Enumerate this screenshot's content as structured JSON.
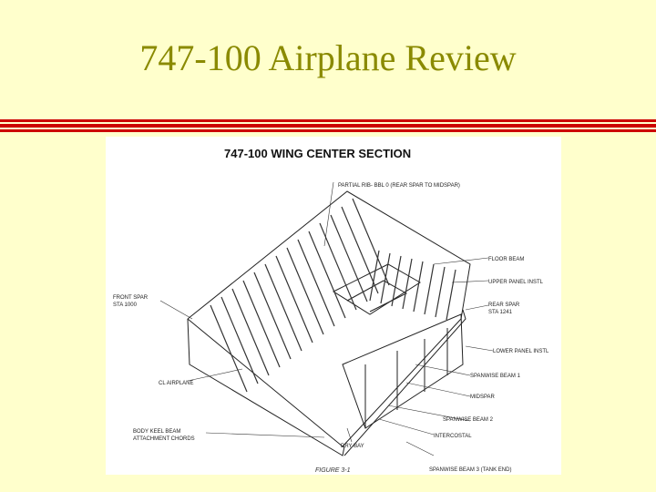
{
  "slide": {
    "title": "747-100 Airplane Review",
    "rule_color": "#cc0000",
    "background": "#ffffcc",
    "title_color": "#8a8a00"
  },
  "figure": {
    "title": "747-100 WING CENTER SECTION",
    "labels": {
      "partial_rib": "PARTIAL RIB- BBL 0  (REAR SPAR TO MIDSPAR)",
      "floor_beam": "FLOOR BEAM",
      "upper_panel": "UPPER PANEL INSTL",
      "rear_spar": "REAR SPAR",
      "rear_spar_sta": "STA 1241",
      "front_spar": "FRONT SPAR",
      "front_spar_sta": "STA 1000",
      "lower_panel": "LOWER PANEL INSTL",
      "spanwise_beam_1": "SPANWISE BEAM 1",
      "cl_airplane": "CL AIRPLANE",
      "midspar": "MIDSPAR",
      "spanwise_beam_2": "SPANWISE BEAM 2",
      "body_keel_beam_1": "BODY KEEL BEAM",
      "body_keel_beam_2": "ATTACHMENT CHORDS",
      "intercostal": "INTERCOSTAL",
      "dry_bay": "DRY BAY",
      "spanwise_beam_3": "SPANWISE BEAM 3 (TANK END)",
      "figure_number": "FIGURE 3-1"
    }
  }
}
